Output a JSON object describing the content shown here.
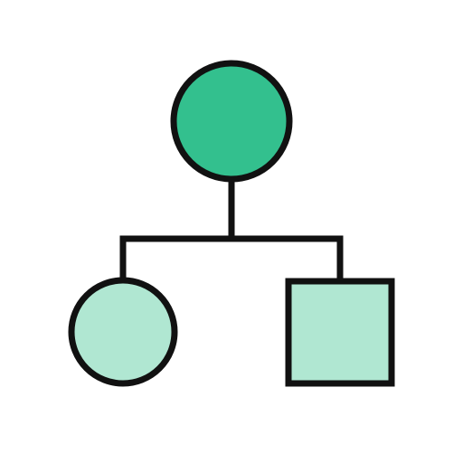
{
  "icon": {
    "semantic_name": "hierarchy-tree-icon",
    "colors": {
      "background": "#ffffff",
      "stroke": "#111111",
      "parent_fill": "#33c08e",
      "child_fill": "#b0e7d2"
    },
    "nodes": [
      {
        "name": "parent-circle-node",
        "shape": "circle",
        "role": "parent"
      },
      {
        "name": "child-circle-node",
        "shape": "circle",
        "role": "child"
      },
      {
        "name": "child-square-node",
        "shape": "square",
        "role": "child"
      }
    ],
    "connectors": [
      {
        "name": "parent-stem-connector",
        "kind": "line"
      },
      {
        "name": "horizontal-branch-connector",
        "kind": "line"
      },
      {
        "name": "left-child-connector",
        "kind": "line"
      },
      {
        "name": "right-child-connector",
        "kind": "line"
      }
    ]
  }
}
